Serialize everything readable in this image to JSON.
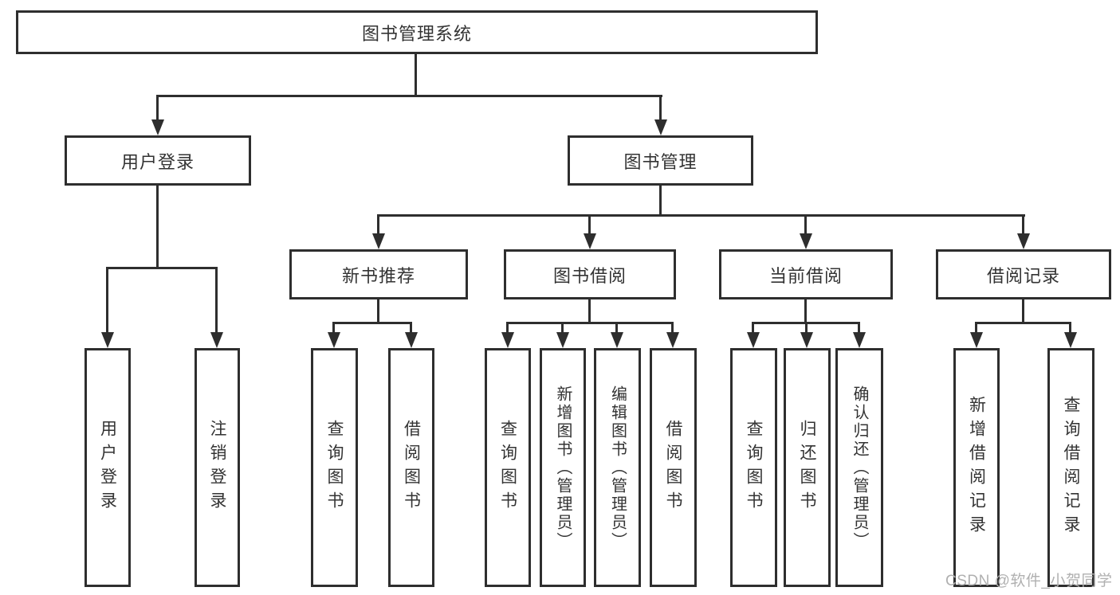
{
  "diagram": {
    "root": "图书管理系统",
    "level2": {
      "user_login": "用户登录",
      "book_management": "图书管理"
    },
    "level3": {
      "new_book_recommend": "新书推荐",
      "book_borrow": "图书借阅",
      "current_borrow": "当前借阅",
      "borrow_records": "借阅记录"
    },
    "leaves": {
      "user_login": [
        "用户登录",
        "注销登录"
      ],
      "new_book_recommend": [
        "查询图书",
        "借阅图书"
      ],
      "book_borrow": [
        "查询图书",
        "新增图书（管理员）",
        "编辑图书（管理员）",
        "借阅图书"
      ],
      "current_borrow": [
        "查询图书",
        "归还图书",
        "确认归还（管理员）"
      ],
      "borrow_records": [
        "新增借阅记录",
        "查询借阅记录"
      ]
    }
  },
  "watermark": "CSDN @软件_小贺同学",
  "colors": {
    "line": "#2e2e2e",
    "text": "#333333",
    "background": "#ffffff",
    "watermark": "#b0b0b0"
  }
}
